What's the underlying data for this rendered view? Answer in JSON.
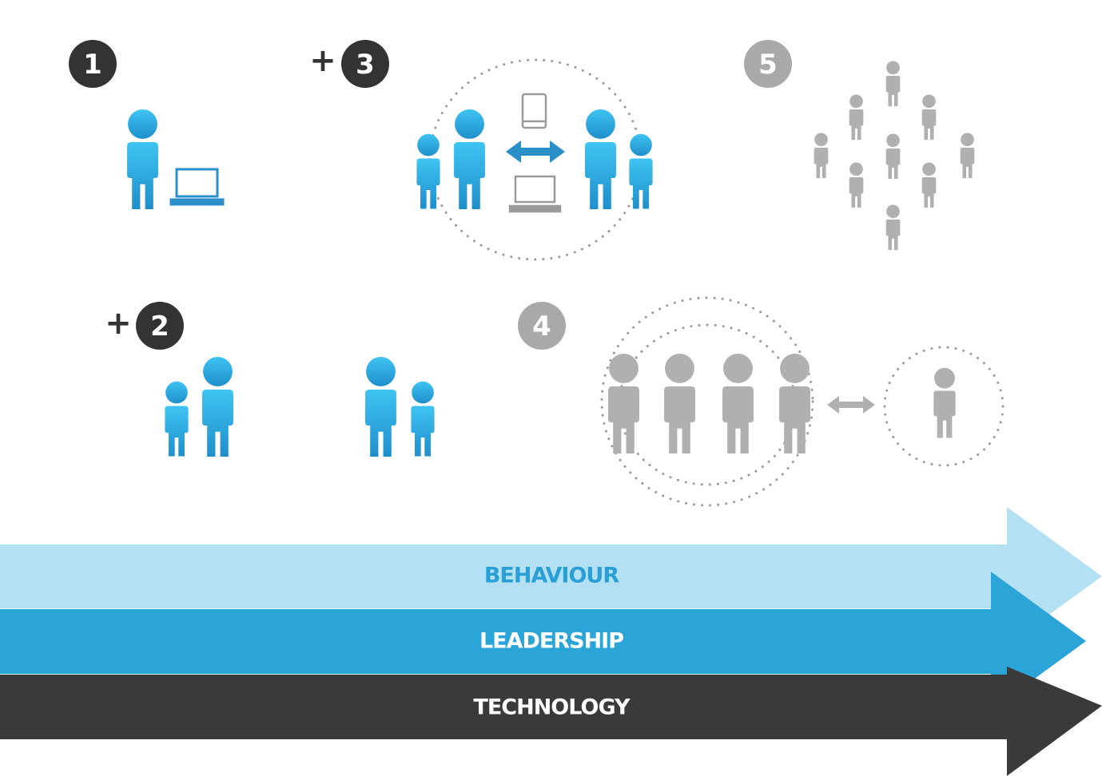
{
  "steps": [
    {
      "id": "1",
      "number": "1",
      "prefix": "",
      "theme": "dark"
    },
    {
      "id": "2",
      "number": "2",
      "prefix": "+",
      "theme": "dark"
    },
    {
      "id": "3",
      "number": "3",
      "prefix": "+",
      "theme": "dark"
    },
    {
      "id": "4",
      "number": "4",
      "prefix": "",
      "theme": "grey"
    },
    {
      "id": "5",
      "number": "5",
      "prefix": "",
      "theme": "grey"
    }
  ],
  "bands": [
    {
      "label": "BEHAVIOUR",
      "color": "#b3e1f3",
      "text_color": "#2a9fd6"
    },
    {
      "label": "LEADERSHIP",
      "color": "#2ba4d8",
      "text_color": "#ffffff"
    },
    {
      "label": "TECHNOLOGY",
      "color": "#3a3a3a",
      "text_color": "#ffffff"
    }
  ],
  "colors": {
    "person_blue_top": "#3ec4f2",
    "person_blue_bottom": "#1f8fcb",
    "person_grey": "#b0b0b0",
    "badge_dark": "#333333",
    "badge_grey": "#a9a9a9",
    "device_blue": "#2a8fc9",
    "device_grey": "#9a9a9a"
  },
  "icons": {
    "laptop": "laptop-icon",
    "tablet": "tablet-icon",
    "double_arrow": "double-arrow-icon"
  }
}
